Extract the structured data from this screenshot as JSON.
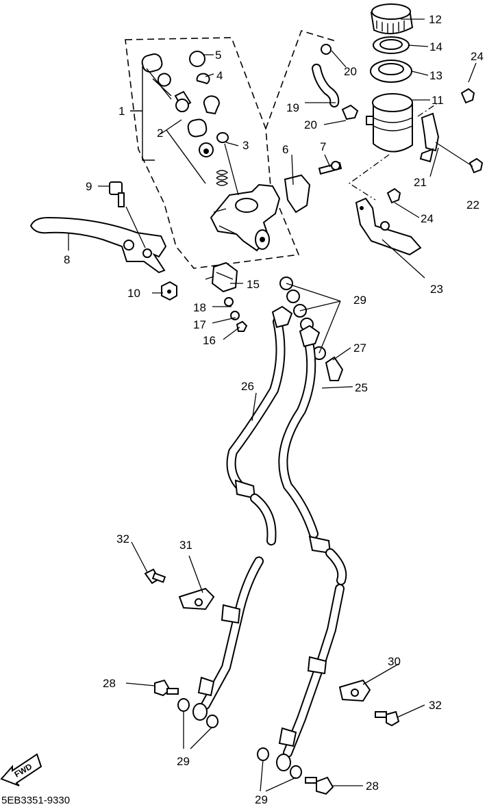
{
  "diagram": {
    "reference_code": "5EB3351-9330",
    "direction_label": "FWD",
    "callouts": [
      "1",
      "2",
      "3",
      "4",
      "5",
      "6",
      "7",
      "8",
      "9",
      "10",
      "11",
      "12",
      "13",
      "14",
      "15",
      "16",
      "17",
      "18",
      "19",
      "20",
      "20",
      "21",
      "22",
      "23",
      "24",
      "24",
      "25",
      "26",
      "27",
      "28",
      "28",
      "29",
      "29",
      "29",
      "30",
      "31",
      "32",
      "32"
    ]
  }
}
